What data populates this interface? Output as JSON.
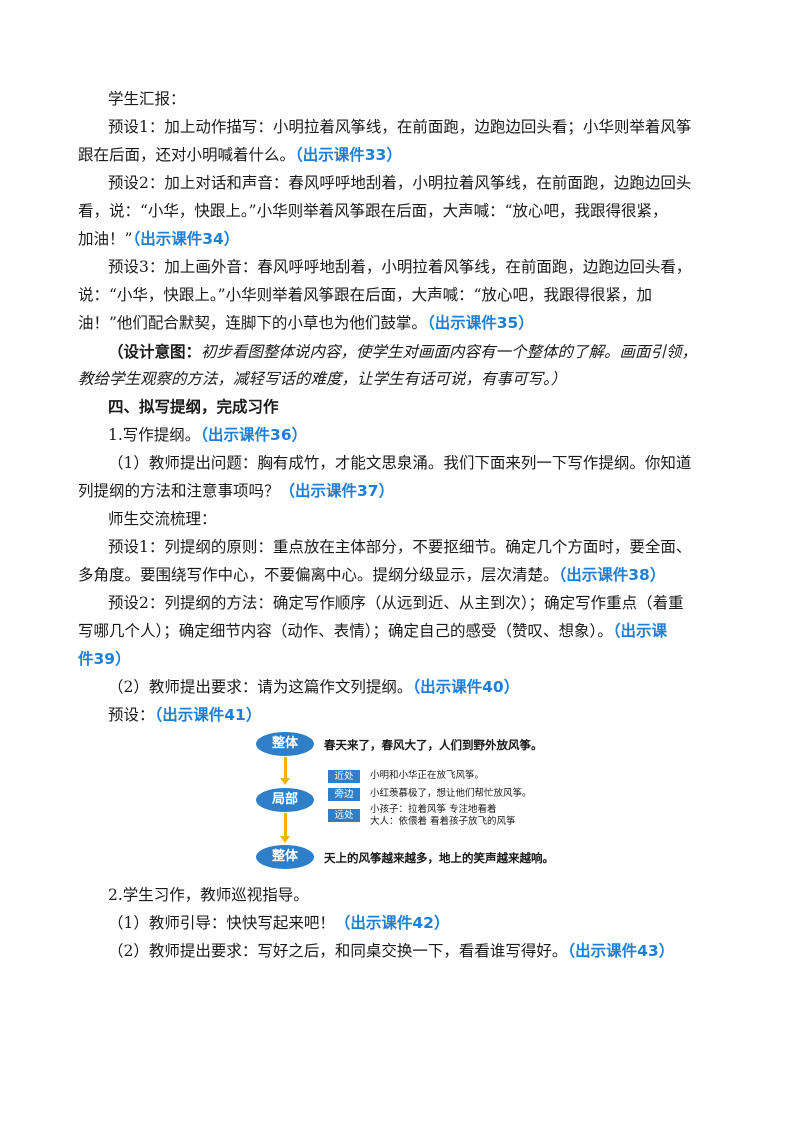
{
  "lines": {
    "l1": "学生汇报：",
    "l2": "预设1：加上动作描写：小明拉着风筝线，在前面跑，边跑边回头看；小华则举着风筝",
    "l3_text": "跟在后面，还对小明喊着什么。",
    "l3_ref": "（出示课件33）",
    "l4": "预设2：加上对话和声音：春风呼呼地刮着，小明拉着风筝线，在前面跑，边跑边回头",
    "l5": "看，说：“小华，快跟上。”小华则举着风筝跟在后面，大声喊：“放心吧，我跟得很紧，",
    "l6_text": "加油！”",
    "l6_ref": "（出示课件34）",
    "l7": "预设3：加上画外音：春风呼呼地刮着，小明拉着风筝线，在前面跑，边跑边回头看，",
    "l8": "说：“小华，快跟上。”小华则举着风筝跟在后面，大声喊：“放心吧，我跟得很紧，加",
    "l9_text": "油！”他们配合默契，连脚下的小草也为他们鼓掌。",
    "l9_ref": "（出示课件35）",
    "l10_bold": "（设计意图：",
    "l10_text": "初步看图整体说内容，使学生对画面内容有一个整体的了解。画面引领，",
    "l11": "教给学生观察的方法，减轻写话的难度，让学生有话可说，有事可写。）",
    "h4": "四、拟写提纲，完成习作",
    "l12_text": "1.写作提纲。",
    "l12_ref": "（出示课件36）",
    "l13": "（1）教师提出问题：胸有成竹，才能文思泉涌。我们下面来列一下写作提纲。你知道",
    "l14_text": "列提纲的方法和注意事项吗？",
    "l14_ref": "（出示课件37）",
    "l15": "师生交流梳理：",
    "l16": "预设1：列提纲的原则：重点放在主体部分，不要抠细节。确定几个方面时，要全面、",
    "l17_text": "多角度。要围绕写作中心，不要偏离中心。提纲分级显示，层次清楚。",
    "l17_ref": "（出示课件38）",
    "l18": "预设2：列提纲的方法：确定写作顺序（从远到近、从主到次）；确定写作重点（着重",
    "l19_text": "写哪几个人）；确定细节内容（动作、表情）；确定自己的感受（赞叹、想象）。",
    "l19_ref": "（出示课",
    "l20_ref": "件39）",
    "l21_text": "（2）教师提出要求：请为这篇作文列提纲。",
    "l21_ref": "（出示课件40）",
    "l22_text": "预设：",
    "l22_ref": "（出示课件41）",
    "l23": "2.学生习作，教师巡视指导。",
    "l24_text": "（1）教师引导：快快写起来吧！",
    "l24_ref": "（出示课件42）",
    "l25_text": "（2）教师提出要求：写好之后，和同桌交换一下，看看谁写得好。",
    "l25_ref": "（出示课件43）"
  },
  "chart": {
    "node_top": "整体",
    "text_top": "春天来了，春风大了，人们到野外放风筝。",
    "node_mid": "局部",
    "tag_near": "近处",
    "text_near": "小明和小华正在放飞风筝。",
    "tag_side": "旁边",
    "text_side": "小红羡慕极了，想让他们帮忙放风筝。",
    "tag_far": "远处",
    "text_far1": "小孩子：拉着风筝  专注地看着",
    "text_far2": "大人：依偎着  看着孩子放飞的风筝",
    "node_bottom": "整体",
    "text_bottom": "天上的风筝越来越多，地上的笑声越来越响。",
    "colors": {
      "node": "#2f7fc8",
      "arrow": "#f2b300",
      "ref": "#1f7fd6"
    }
  }
}
